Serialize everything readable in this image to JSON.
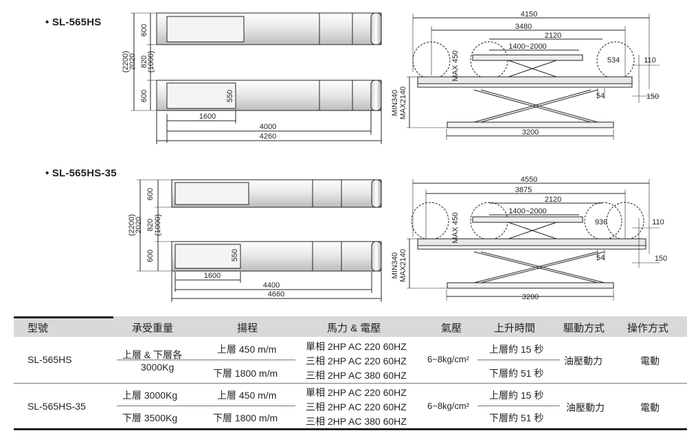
{
  "models": [
    {
      "name": "SL-565HS",
      "plan": {
        "width_outer": "(2200)",
        "width": "2020",
        "pad_gap": "820",
        "pad_gap_inner": "(1000)",
        "pad_top": "600",
        "pad_bottom": "600",
        "depth": "550",
        "seg": "1600",
        "len": "4000",
        "len_outer": "4260"
      },
      "side": {
        "total": "4150",
        "wheelbase": "3480",
        "inner": "2120",
        "range": "1400~2000",
        "max_lift": "MAX 450",
        "r1": "534",
        "r2": "110",
        "h_min": "MIN340",
        "h_max": "MAX2140",
        "b1": "54",
        "b2": "150",
        "base": "3200"
      }
    },
    {
      "name": "SL-565HS-35",
      "plan": {
        "width_outer": "(2200)",
        "width": "2020",
        "pad_gap": "820",
        "pad_gap_inner": "(1000)",
        "pad_top": "600",
        "pad_bottom": "600",
        "depth": "550",
        "seg": "1600",
        "len": "4400",
        "len_outer": "4660"
      },
      "side": {
        "total": "4550",
        "wheelbase": "3875",
        "inner": "2120",
        "range": "1400~2000",
        "max_lift": "MAX 450",
        "r1": "936",
        "r2": "110",
        "h_min": "MIN340",
        "h_max": "MAX2140",
        "b1": "54",
        "b2": "150",
        "base": "3200"
      }
    }
  ],
  "bullet": "•",
  "table": {
    "headers": [
      "型號",
      "承受重量",
      "揚程",
      "馬力 & 電壓",
      "氣壓",
      "上升時間",
      "驅動方式",
      "操作方式"
    ],
    "rows": [
      {
        "model": "SL-565HS",
        "load_top": "上層 & 下層各",
        "load_bottom": "3000Kg",
        "lift_top": "上層 450 m/m",
        "lift_bottom": "下層 1800 m/m",
        "power": [
          "單相 2HP AC 220 60HZ",
          "三相 2HP AC 220 60HZ",
          "三相 2HP AC 380 60HZ"
        ],
        "air": "6~8kg/cm²",
        "time_top": "上層約 15 秒",
        "time_bottom": "下層約 51 秒",
        "drive": "油壓動力",
        "operate": "電動"
      },
      {
        "model": "SL-565HS-35",
        "load_top": "上層 3000Kg",
        "load_bottom": "下層 3500Kg",
        "lift_top": "上層 450 m/m",
        "lift_bottom": "下層 1800 m/m",
        "power": [
          "單相 2HP AC 220 60HZ",
          "三相 2HP AC 220 60HZ",
          "三相 2HP AC 380 60HZ"
        ],
        "air": "6~8kg/cm²",
        "time_top": "上層約 15 秒",
        "time_bottom": "下層約 51 秒",
        "drive": "油壓動力",
        "operate": "電動"
      }
    ]
  }
}
